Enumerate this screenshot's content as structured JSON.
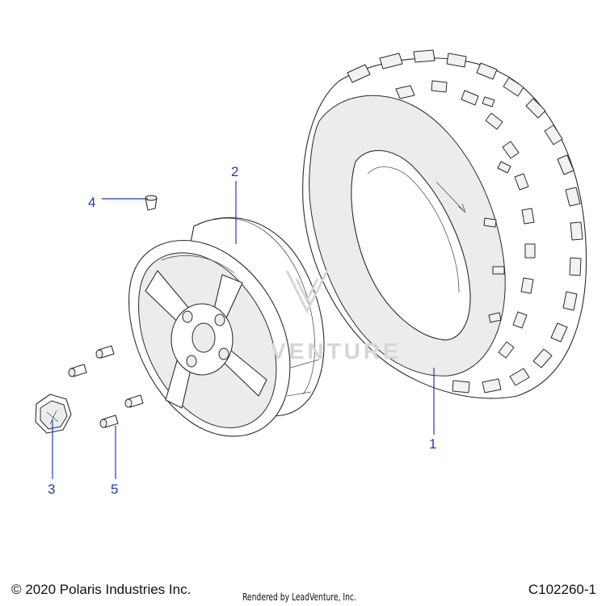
{
  "diagram": {
    "callouts": [
      {
        "id": "1",
        "label": "1"
      },
      {
        "id": "2",
        "label": "2"
      },
      {
        "id": "3",
        "label": "3"
      },
      {
        "id": "4",
        "label": "4"
      },
      {
        "id": "5",
        "label": "5"
      }
    ],
    "watermark": "VENTURE",
    "colors": {
      "callout": "#1a3fb8",
      "line": "#2b2b2b"
    }
  },
  "footer": {
    "copyright": "© 2020 Polaris Industries Inc.",
    "rendered_by": "Rendered by LeadVenture, Inc.",
    "diagram_code": "C102260-1"
  }
}
